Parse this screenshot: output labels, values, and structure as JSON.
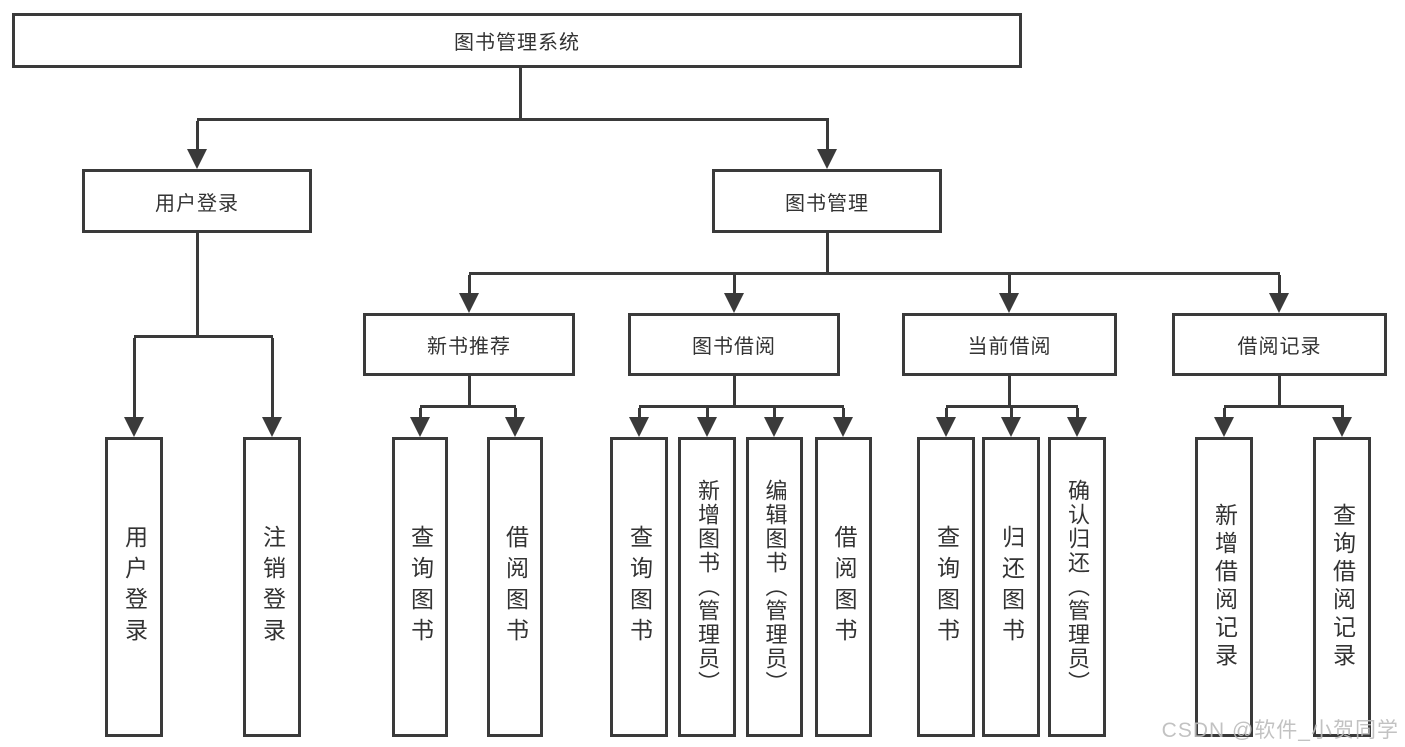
{
  "colors": {
    "line": "#3a3a3a",
    "text": "#333333",
    "box_background": "#ffffff",
    "page_background": "#ffffff",
    "watermark": "#bcbcbc"
  },
  "watermark": "CSDN @软件_小贺同学",
  "tree": {
    "label": "图书管理系统",
    "children": [
      {
        "label": "用户登录",
        "children": [
          {
            "label": "用户登录"
          },
          {
            "label": "注销登录"
          }
        ]
      },
      {
        "label": "图书管理",
        "children": [
          {
            "label": "新书推荐",
            "children": [
              {
                "label": "查询图书"
              },
              {
                "label": "借阅图书"
              }
            ]
          },
          {
            "label": "图书借阅",
            "children": [
              {
                "label": "查询图书"
              },
              {
                "label": "新增图书（管理员）"
              },
              {
                "label": "编辑图书（管理员）"
              },
              {
                "label": "借阅图书"
              }
            ]
          },
          {
            "label": "当前借阅",
            "children": [
              {
                "label": "查询图书"
              },
              {
                "label": "归还图书"
              },
              {
                "label": "确认归还（管理员）"
              }
            ]
          },
          {
            "label": "借阅记录",
            "children": [
              {
                "label": "新增借阅记录"
              },
              {
                "label": "查询借阅记录"
              }
            ]
          }
        ]
      }
    ]
  }
}
